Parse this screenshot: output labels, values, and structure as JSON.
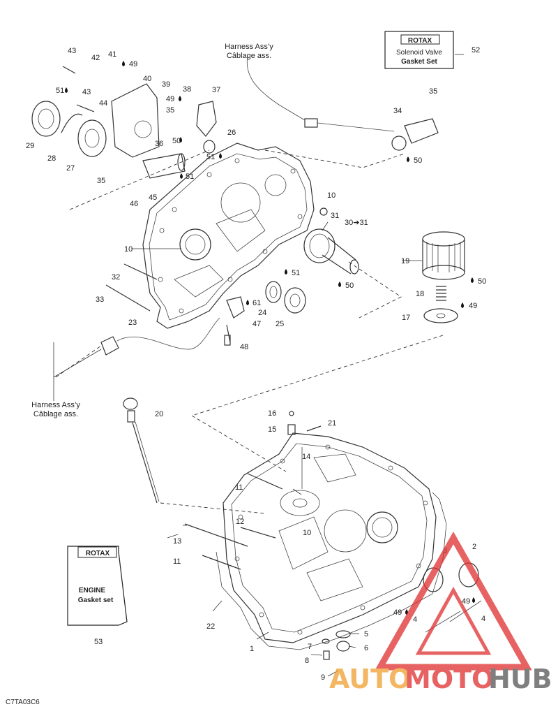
{
  "callouts": {
    "c43a": "43",
    "c42": "42",
    "c41": "41",
    "c49a": "49",
    "c40": "40",
    "c39": "39",
    "c49b": "49",
    "c38": "38",
    "c37": "37",
    "c51a": "51",
    "c43b": "43",
    "c44": "44",
    "c35a": "35",
    "c50a": "50",
    "c26": "26",
    "c51b": "51",
    "c29": "29",
    "c28": "28",
    "c27": "27",
    "c36": "36",
    "c51c": "51",
    "c35b": "35",
    "c45": "45",
    "c46": "46",
    "c35c": "35",
    "c34": "34",
    "c50b": "50",
    "c52": "52",
    "c10a": "10",
    "c31": "31",
    "c3031": "30➔31",
    "c10b": "10",
    "c32": "32",
    "c33": "33",
    "c23": "23",
    "c51d": "51",
    "c61": "61",
    "c24": "24",
    "c47": "47",
    "c25": "25",
    "c50c": "50",
    "c48": "48",
    "c19": "19",
    "c50d": "50",
    "c18": "18",
    "c49c": "49",
    "c17": "17",
    "c20": "20",
    "c16": "16",
    "c15": "15",
    "c21": "21",
    "c14": "14",
    "c11a": "11",
    "c12": "12",
    "c10c": "10",
    "c13": "13",
    "c11b": "11",
    "c3": "3",
    "c2": "2",
    "c49d": "49",
    "c4a": "4",
    "c49e": "49",
    "c4b": "4",
    "c22": "22",
    "c1": "1",
    "c5": "5",
    "c7": "7",
    "c6": "6",
    "c8": "8",
    "c9": "9",
    "c53": "53"
  },
  "harness_top": {
    "line1": "Harness Ass’y",
    "line2": "Câblage ass."
  },
  "harness_left": {
    "line1": "Harness Ass’y",
    "line2": "Câblage ass."
  },
  "kit52": {
    "brand": "ROTAX",
    "line1": "Solenoid Valve",
    "line2": "Gasket Set"
  },
  "kit53": {
    "brand": "ROTAX",
    "line1": "ENGINE",
    "line2": "Gasket set"
  },
  "figure_code": "C7TA03C6",
  "watermark": {
    "part1": "AUTO",
    "part2": "MOTO",
    "part3": "HUB"
  },
  "colors": {
    "watermark_orange": "#f0a030",
    "watermark_red": "#e03030",
    "watermark_grey": "#555555"
  }
}
